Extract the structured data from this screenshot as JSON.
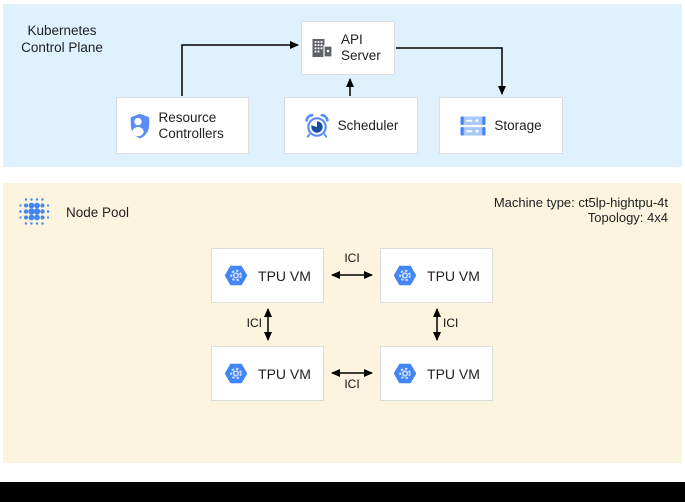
{
  "colors": {
    "control_plane_bg": "#DFF1FC",
    "node_pool_bg": "#FCF4DE",
    "box_border": "#DADCE0",
    "google_blue": "#4285F4",
    "dark_blue": "#174EA6",
    "light_blue": "#A8C7FA",
    "icon_gray": "#5F6368",
    "arrow": "#000000",
    "text": "#202124"
  },
  "control_plane": {
    "title": "Kubernetes Control Plane",
    "api_server": "API Server",
    "resource_controllers": "Resource Controllers",
    "scheduler": "Scheduler",
    "storage": "Storage"
  },
  "node_pool": {
    "title": "Node Pool",
    "machine_type": "Machine type: ct5lp-hightpu-4t",
    "topology": "Topology: 4x4",
    "vms": [
      "TPU VM",
      "TPU VM",
      "TPU VM",
      "TPU VM"
    ],
    "ici_labels": [
      "ICI",
      "ICI",
      "ICI",
      "ICI"
    ]
  },
  "icons": {
    "api_server": "building-icon",
    "resource_controllers": "shield-user-icon",
    "scheduler": "alarm-clock-icon",
    "storage": "server-stack-icon",
    "node_pool": "dot-cluster-icon",
    "tpu_vm": "hexagon-gear-icon"
  }
}
